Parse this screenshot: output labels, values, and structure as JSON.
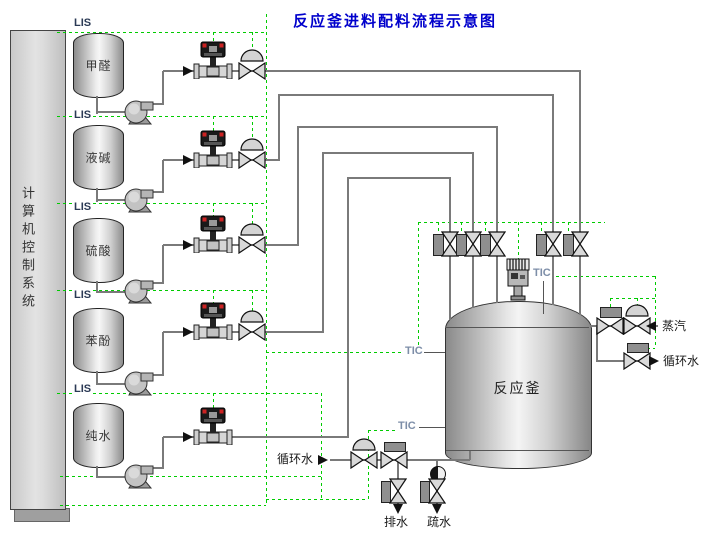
{
  "title": "反应釜进料配料流程示意图",
  "control_system_label": "计算机控制系统",
  "instruments": {
    "level": "LIS",
    "temperature": "TIC"
  },
  "tanks": [
    {
      "name": "甲醛"
    },
    {
      "name": "液碱"
    },
    {
      "name": "硫酸"
    },
    {
      "name": "苯酚"
    },
    {
      "name": "纯水"
    }
  ],
  "reactor": {
    "name": "反应釜"
  },
  "streams": {
    "steam_in": "蒸汽",
    "cooling_water_out": "循环水",
    "cooling_water_in": "循环水",
    "drain_out": "排水",
    "condensate_out": "疏水"
  },
  "colors": {
    "title_blue": "#0000cc",
    "signal_green": "#00cc00",
    "pipe_gray": "#7a7a7a",
    "alarm_red": "#cc2222"
  }
}
